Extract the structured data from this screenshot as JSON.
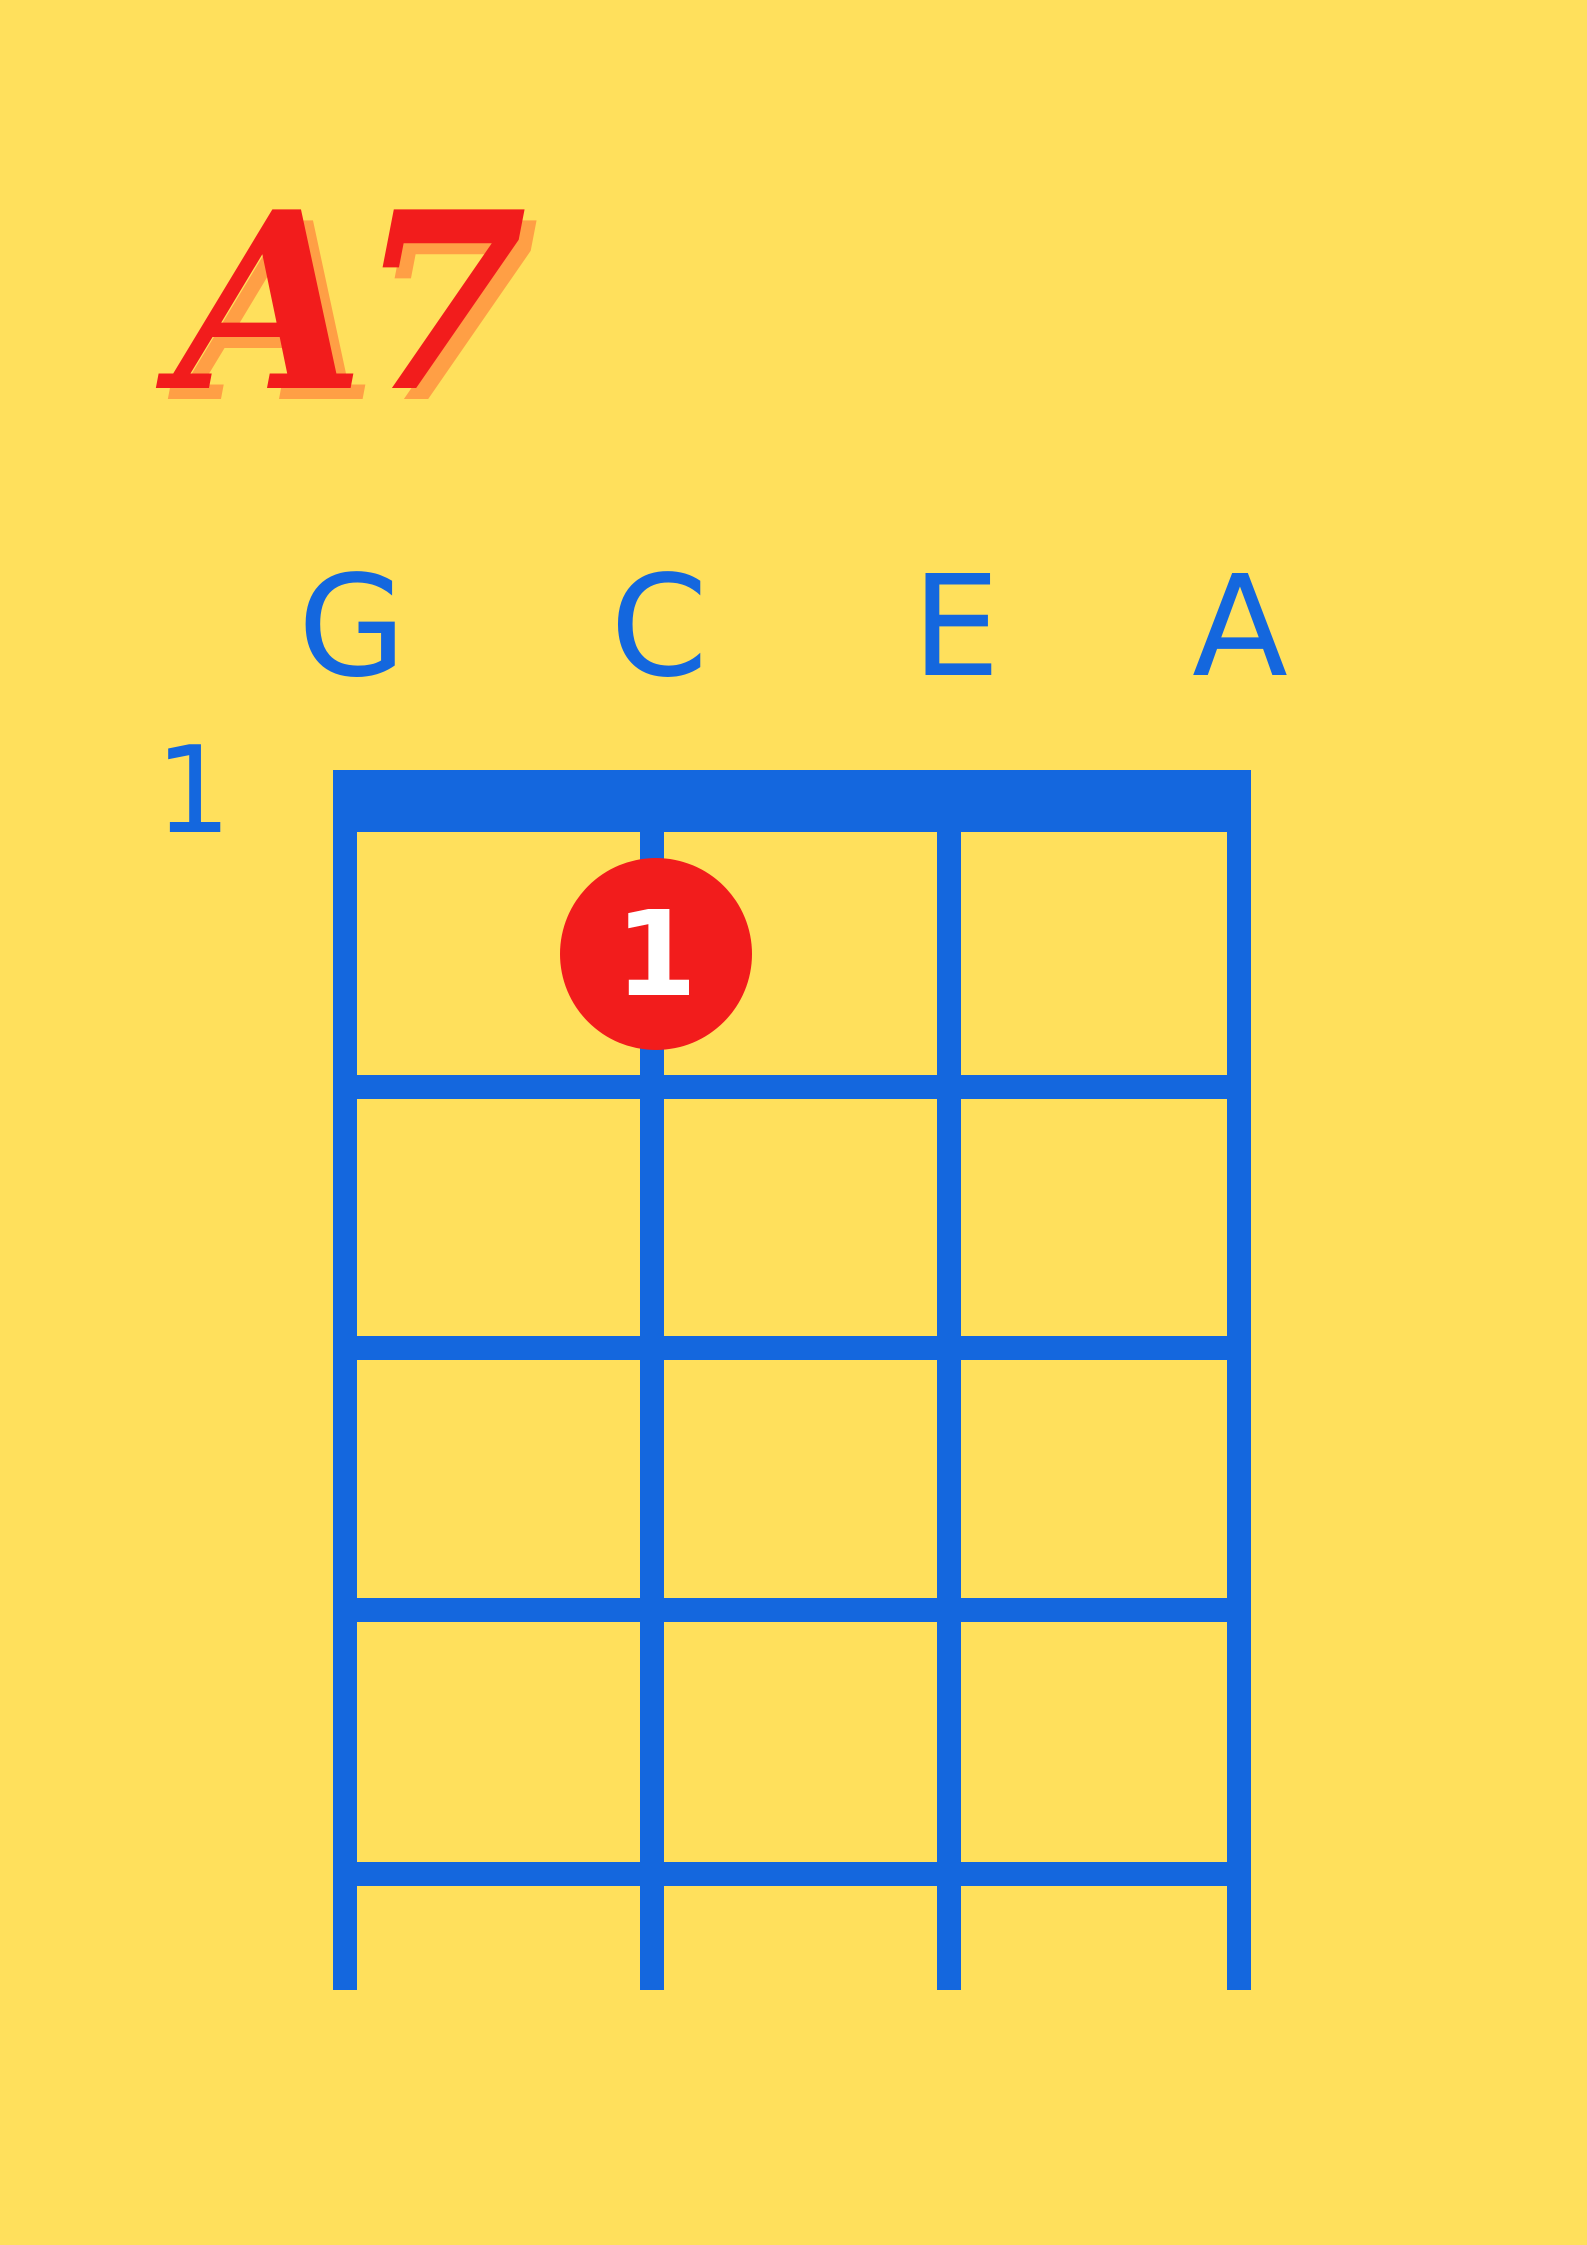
{
  "chord": {
    "name": "A7"
  },
  "strings": [
    "G",
    "C",
    "E",
    "A"
  ],
  "start_fret": "1",
  "fret_count": 5,
  "fingering": [
    {
      "string": "C",
      "fret": 1,
      "finger": "1"
    }
  ],
  "colors": {
    "background": "#FFE05C",
    "grid": "#1467DE",
    "title": "#F21C1C",
    "title_shadow": "#FF9F45",
    "finger_dot": "#F21C1C",
    "finger_text": "#FFFFFF"
  }
}
